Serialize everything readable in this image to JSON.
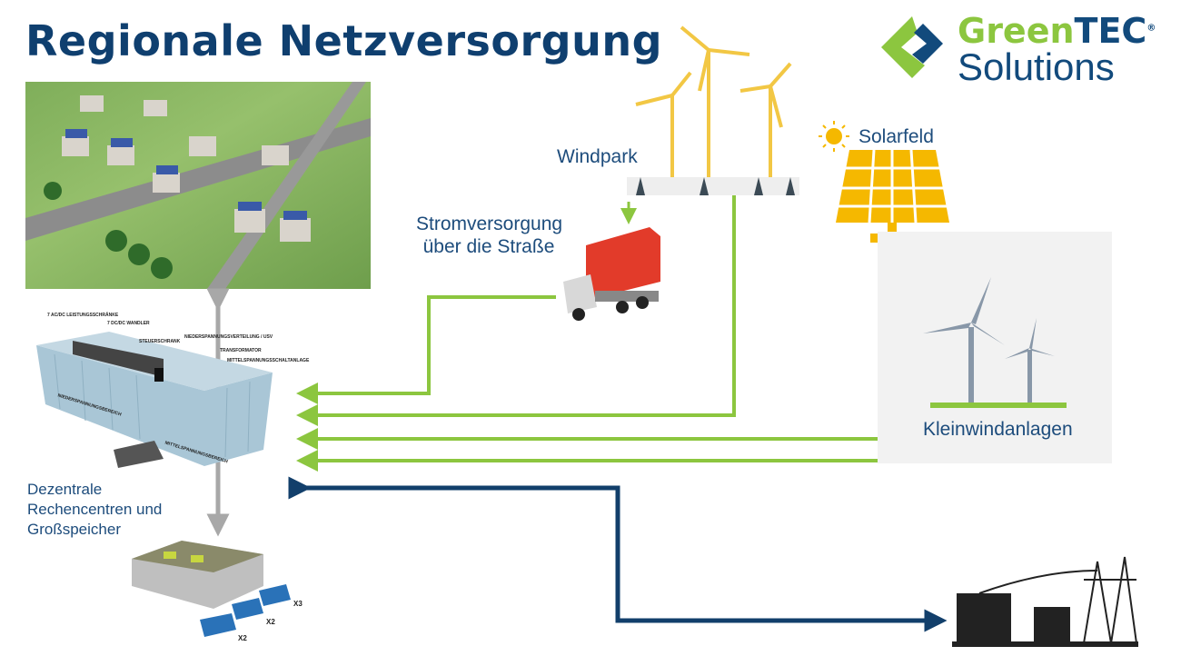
{
  "title": "Regionale Netzversorgung",
  "logo": {
    "brand_green": "Green",
    "brand_blue": "TEC",
    "registered": "®",
    "sub": "Solutions"
  },
  "labels": {
    "windpark": "Windpark",
    "solarfeld": "Solarfeld",
    "strassen_line1": "Stromversorgung",
    "strassen_line2": "über die Straße",
    "kleinwind": "Kleinwindanlagen",
    "rz_line1": "Dezentrale",
    "rz_line2": "Rechencentren und",
    "rz_line3": "Großspeicher"
  },
  "container_labels": [
    "7 AC/DC LEISTUNGSSCHRÄNKE",
    "7 DC/DC WANDLER",
    "STEUERSCHRANK",
    "NIEDERSPANNUNGSVERTEILUNG / USV",
    "TRANSFORMATOR",
    "MITTELSPANNUNGSSCHALTANLAGE",
    "NIEDERSPANNUNGSBEREICH",
    "MITTELSPANNUNGSBEREICH"
  ],
  "storage_labels": [
    "X3",
    "X2",
    "X2"
  ],
  "colors": {
    "title": "#0f3f6f",
    "green_line": "#8cc63f",
    "blue_line": "#123f6b",
    "gray_line": "#a8a8a8",
    "solar": "#f5b800"
  }
}
